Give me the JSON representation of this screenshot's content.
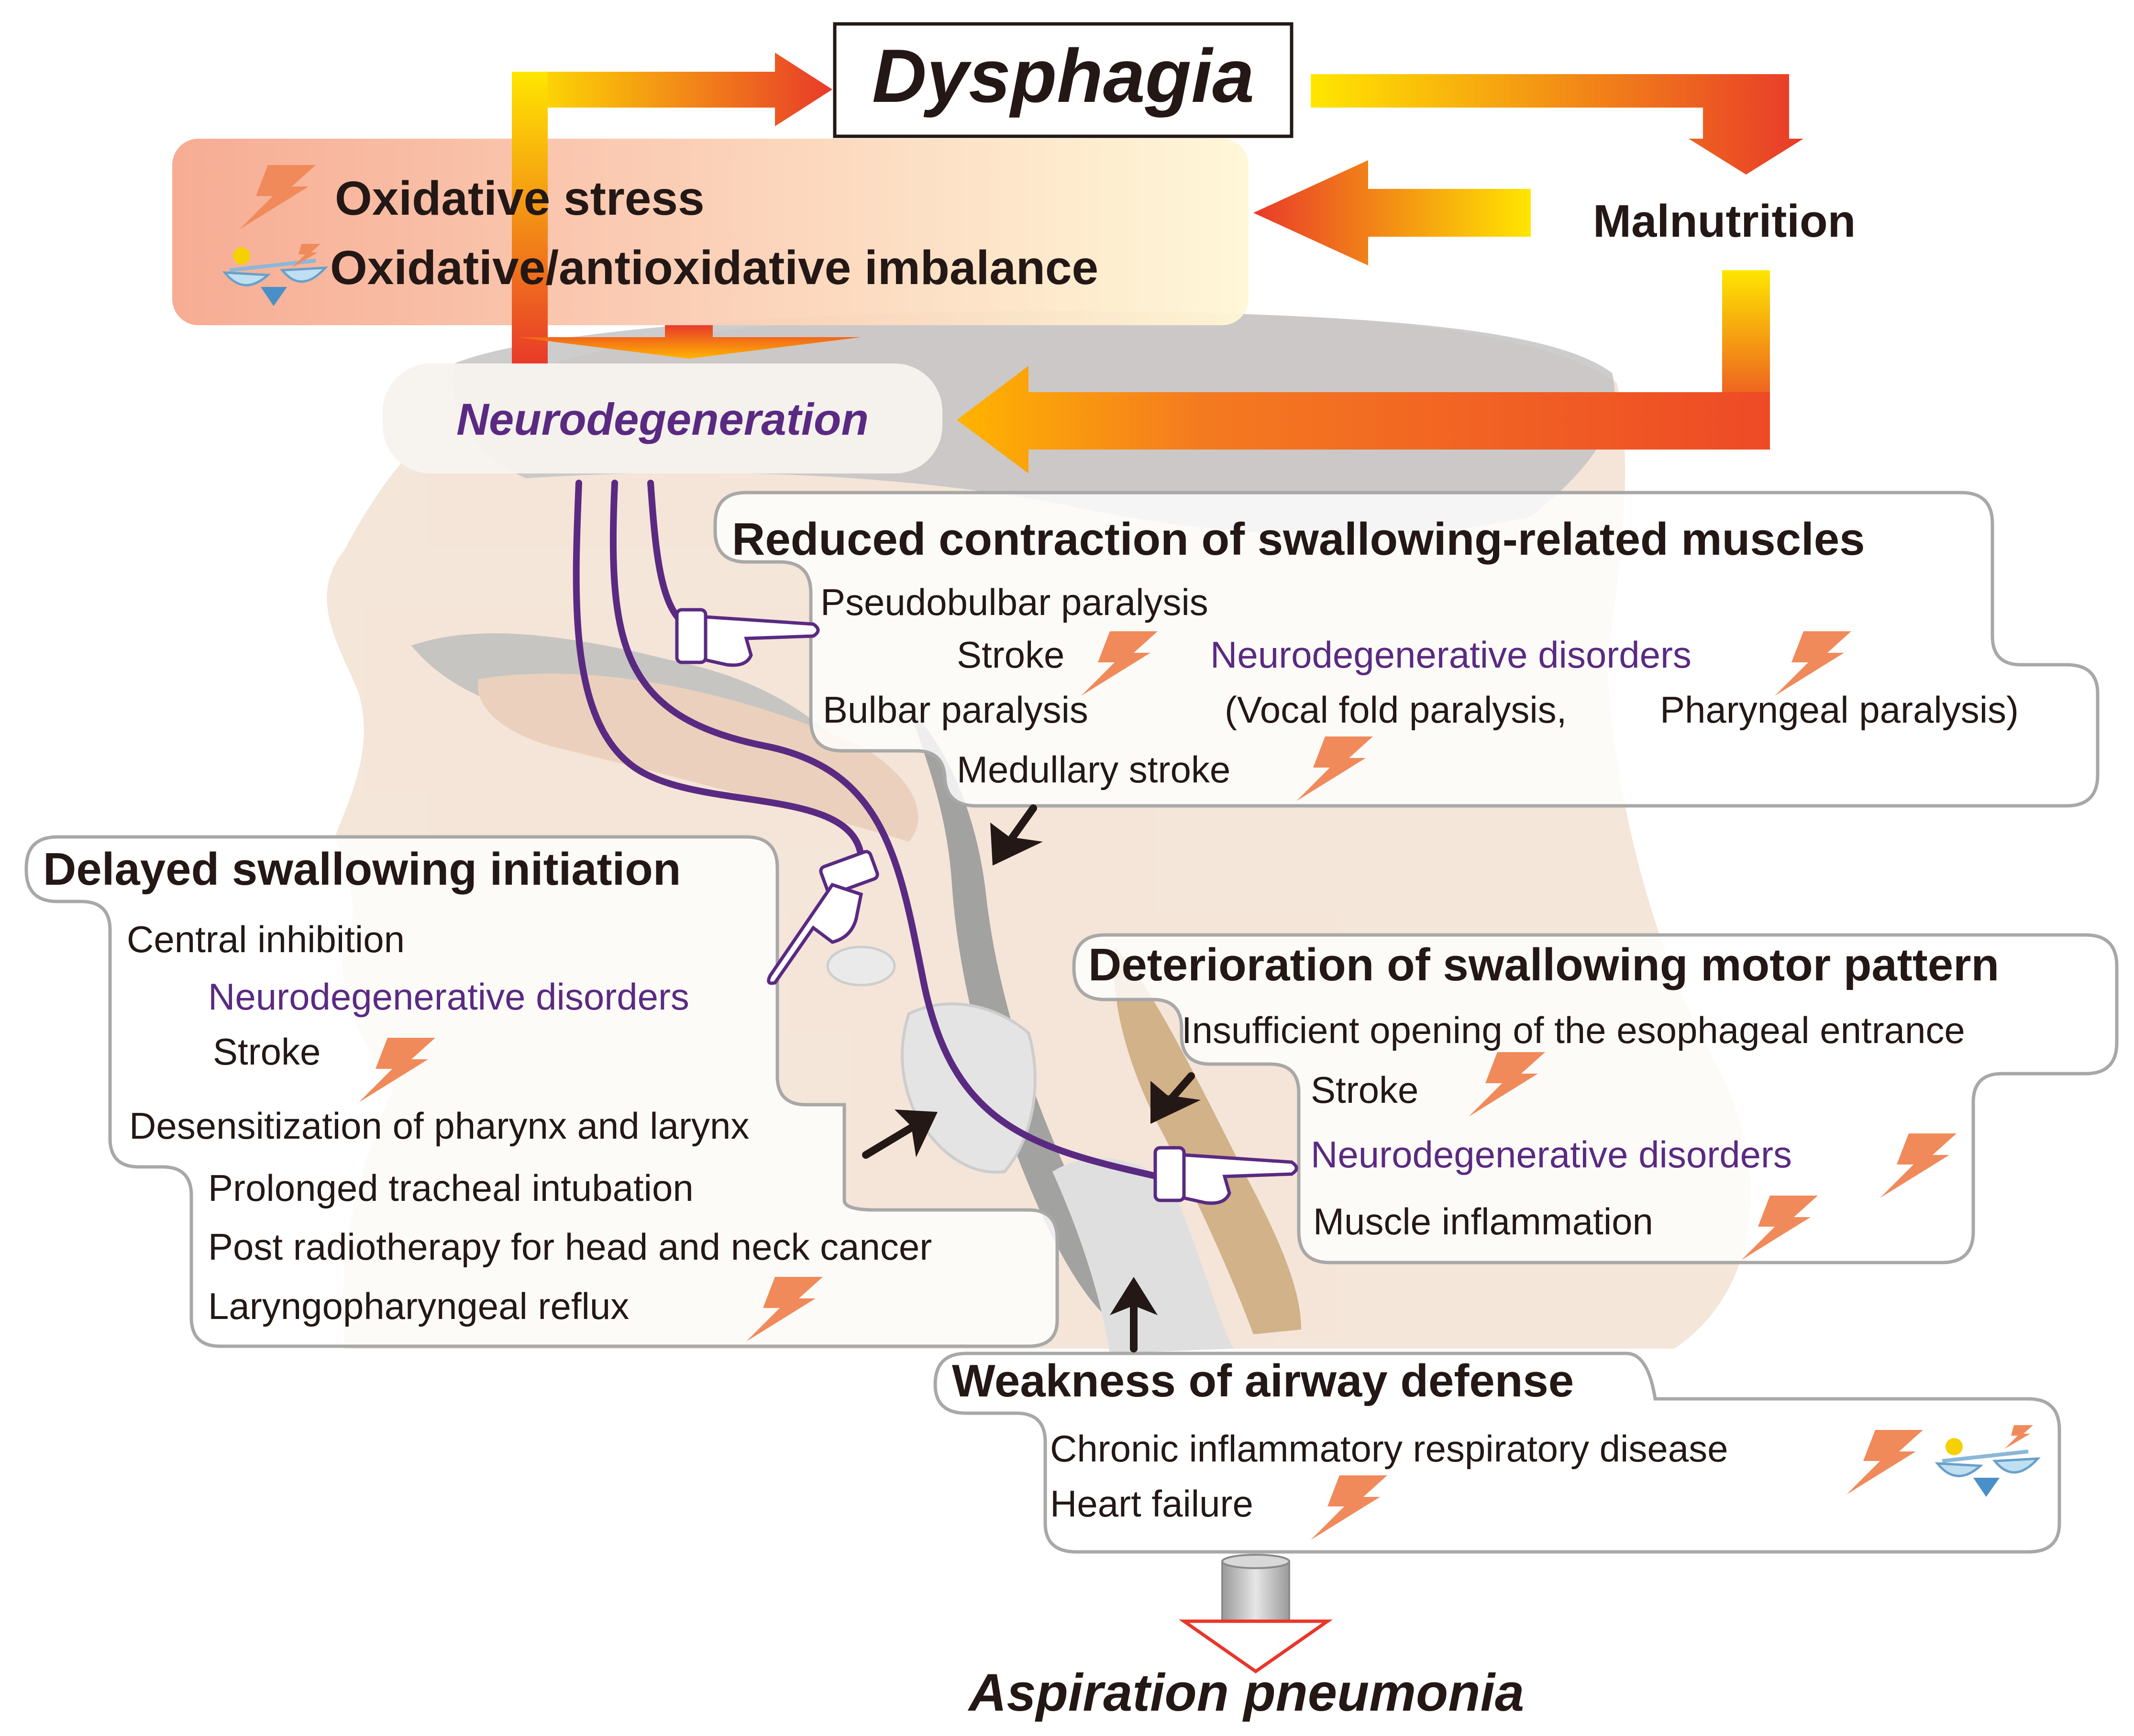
{
  "top": {
    "title": "Dysphagia",
    "malnutrition": "Malnutrition",
    "oxidative_stress": "Oxidative stress",
    "imbalance": "Oxidative/antioxidative imbalance",
    "neurodegeneration": "Neurodegeneration"
  },
  "reduced": {
    "heading": "Reduced contraction of swallowing-related muscles",
    "pseudobulbar": "Pseudobulbar paralysis",
    "stroke": "Stroke",
    "nd_disorders": "Neurodegenerative disorders",
    "bulbar": "Bulbar paralysis",
    "vocal": "(Vocal fold paralysis,",
    "pharyngeal": "Pharyngeal paralysis)",
    "medullary": "Medullary stroke"
  },
  "delayed": {
    "heading": "Delayed swallowing initiation",
    "central": "Central inhibition",
    "nd_disorders": "Neurodegenerative disorders",
    "stroke": "Stroke",
    "desens": "Desensitization of pharynx and larynx",
    "intubation": "Prolonged tracheal intubation",
    "radiotherapy": "Post radiotherapy for head and neck cancer",
    "reflux": "Laryngopharyngeal reflux"
  },
  "motor": {
    "heading": "Deterioration of swallowing motor pattern",
    "insufficient": "Insufficient opening of the esophageal entrance",
    "stroke": "Stroke",
    "nd_disorders": "Neurodegenerative disorders",
    "muscle": "Muscle inflammation"
  },
  "airway": {
    "heading": "Weakness of airway defense",
    "chronic": "Chronic inflammatory respiratory disease",
    "heart": "Heart failure"
  },
  "bottom": {
    "aspiration": "Aspiration pneumonia"
  },
  "colors": {
    "purple": "#5a2a82",
    "arrow_red": "#e8362a",
    "arrow_yellow": "#ffd400",
    "bolt": "#f08a5a"
  }
}
